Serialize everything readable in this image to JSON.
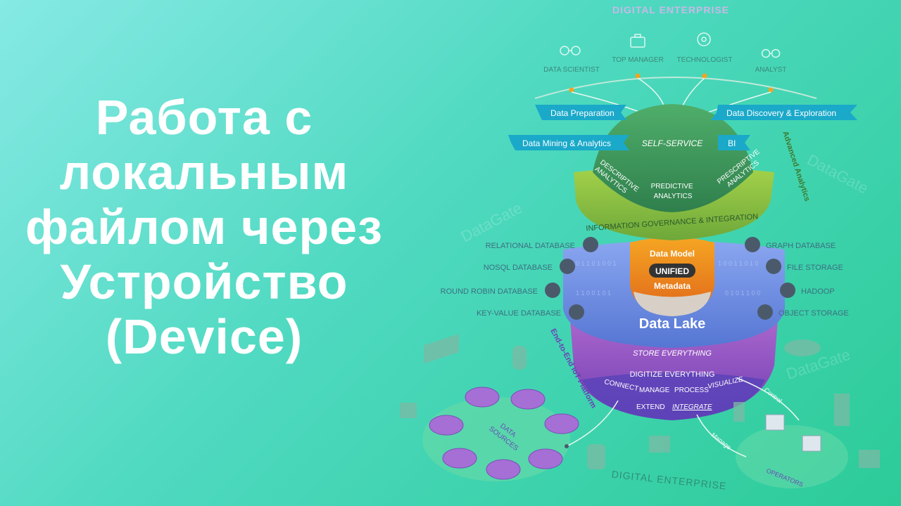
{
  "title_lines": [
    "Работа с",
    "локальным",
    "файлом через",
    "Устройство",
    "(Device)"
  ],
  "top_label": "DIGITAL ENTERPRISE",
  "bottom_label": "DIGITAL ENTERPRISE",
  "roles": [
    {
      "label": "DATA SCIENTIST",
      "icon": "glasses-icon"
    },
    {
      "label": "TOP MANAGER",
      "icon": "briefcase-icon"
    },
    {
      "label": "TECHNOLOGIST",
      "icon": "gear-icon"
    },
    {
      "label": "ANALYST",
      "icon": "glasses-icon"
    }
  ],
  "banners": {
    "data_preparation": "Data Preparation",
    "data_discovery": "Data Discovery & Exploration",
    "data_mining": "Data Mining & Analytics",
    "bi": "BI"
  },
  "dome": {
    "self_service": "SELF-SERVICE",
    "descriptive": [
      "DESCRIPTIVE",
      "ANALYTICS"
    ],
    "predictive": [
      "PREDICTIVE",
      "ANALYTICS"
    ],
    "prescriptive": [
      "PRESCRIPTIVE",
      "ANALYTICS"
    ],
    "governance": "INFORMATION GOVERNANCE & INTEGRATION",
    "advanced_analytics": "Advanced Analytics"
  },
  "core": {
    "data_model": "Data Model",
    "unified": "UNIFIED",
    "metadata": "Metadata",
    "data_lake": "Data Lake"
  },
  "left_sources": [
    {
      "label": "RELATIONAL DATABASE",
      "icon": "network-icon"
    },
    {
      "label": "NOSQL DATABASE",
      "icon": "grid-icon"
    },
    {
      "label": "ROUND ROBIN DATABASE",
      "icon": "circle-dots-icon"
    },
    {
      "label": "KEY-VALUE DATABASE",
      "icon": "list-icon"
    }
  ],
  "right_sources": [
    {
      "label": "GRAPH DATABASE",
      "icon": "graph-icon"
    },
    {
      "label": "FILE STORAGE",
      "icon": "file-icon"
    },
    {
      "label": "HADOOP",
      "icon": "hadoop-icon"
    },
    {
      "label": "OBJECT STORAGE",
      "icon": "cubes-icon"
    }
  ],
  "bowl": {
    "store": "STORE EVERYTHING",
    "digitize": "DIGITIZE EVERYTHING",
    "connect": "CONNECT",
    "manage": "MANAGE",
    "process": "PROCESS",
    "visualize": "VISUALIZE",
    "extend": "EXTEND",
    "integrate": "INTEGRATE",
    "iot_platform": "End-to-End IoT Platform"
  },
  "data_sources_label": [
    "DATA",
    "SOURCES"
  ],
  "operators_label": "OPERATORS",
  "control_label": "Control",
  "manage_label": "Manage",
  "watermark": "DataGate",
  "colors": {
    "banner": "#1aa9c9",
    "dome_green": "#3f9a5c",
    "ring_green": "#8cc63f",
    "core_orange": "#f28a1c",
    "lake_blue": "#5b7fd9",
    "bowl_purple": "#8a4fc4",
    "source_purple": "#a56fd6"
  }
}
